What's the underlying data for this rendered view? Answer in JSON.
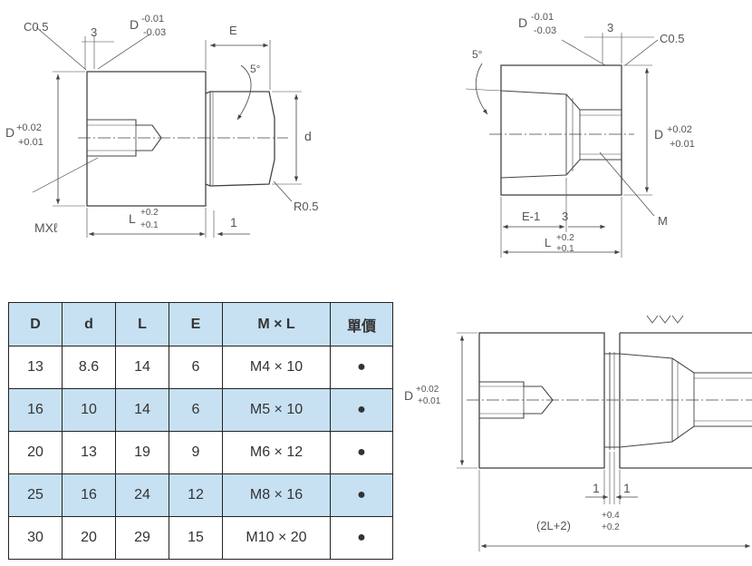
{
  "drawing1": {
    "c05": "C0.5",
    "three": "3",
    "d_main": "D",
    "d_tol_top": "-0.01",
    "d_tol_bot": "-0.03",
    "e": "E",
    "five_deg": "5°",
    "dplus_main": "D",
    "dplus_top": "+0.02",
    "dplus_bot": "+0.01",
    "small_d": "d",
    "mxl": "MXℓ",
    "l_main": "L",
    "l_tol_top": "+0.2",
    "l_tol_bot": "+0.1",
    "one": "1",
    "r05": "R0.5"
  },
  "drawing2": {
    "d_main": "D",
    "d_tol_top": "-0.01",
    "d_tol_bot": "-0.03",
    "three_top": "3",
    "c05": "C0.5",
    "five_deg": "5°",
    "dplus_main": "D",
    "dplus_top": "+0.02",
    "dplus_bot": "+0.01",
    "e_minus_1": "E-1",
    "three_bot": "3",
    "m": "M",
    "l_main": "L",
    "l_tol_top": "+0.2",
    "l_tol_bot": "+0.1"
  },
  "drawing3": {
    "dplus_main": "D",
    "dplus_top": "+0.02",
    "dplus_bot": "+0.01",
    "one_left": "1",
    "one_right": "1",
    "two_l": "(2L+2)",
    "tol_top": "+0.4",
    "tol_bot": "+0.2"
  },
  "table": {
    "headers": [
      "D",
      "d",
      "L",
      "E",
      "M × L",
      "單價"
    ],
    "rows": [
      [
        "13",
        "8.6",
        "14",
        "6",
        "M4 × 10",
        "●"
      ],
      [
        "16",
        "10",
        "14",
        "6",
        "M5 × 10",
        "●"
      ],
      [
        "20",
        "13",
        "19",
        "9",
        "M6 × 12",
        "●"
      ],
      [
        "25",
        "16",
        "24",
        "12",
        "M8 × 16",
        "●"
      ],
      [
        "30",
        "20",
        "29",
        "15",
        "M10 × 20",
        "●"
      ]
    ],
    "alt_row_color": "#c7e1f3"
  }
}
